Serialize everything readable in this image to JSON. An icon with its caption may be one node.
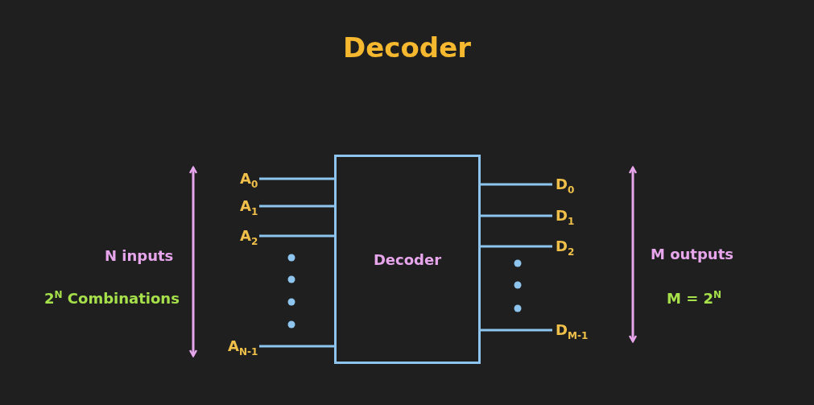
{
  "diagram": {
    "title": "Decoder",
    "nodes": [
      {
        "text": [
          "Decoder"
        ]
      },
      {
        "text": [
          "A$_{0}$"
        ]
      },
      {
        "text": [
          "A$_{1}$"
        ]
      },
      {
        "text": [
          "A$_{2}$"
        ]
      },
      {
        "text": [
          "A$_{N-1}$"
        ]
      },
      {
        "text": [
          "D$_{0}$"
        ]
      },
      {
        "text": [
          "D$_{1}$"
        ]
      },
      {
        "text": [
          "D$_{2}$"
        ]
      },
      {
        "text": [
          "D$_{M-1}$"
        ]
      }
    ],
    "edges": [
      {
        "from": 1,
        "to": 0,
        "arrow": "none"
      },
      {
        "from": 2,
        "to": 0,
        "arrow": "none"
      },
      {
        "from": 3,
        "to": 0,
        "arrow": "none"
      },
      {
        "from": 4,
        "to": 0,
        "arrow": "none"
      },
      {
        "from": 0,
        "to": 5,
        "arrow": "none"
      },
      {
        "from": 0,
        "to": 6,
        "arrow": "none"
      },
      {
        "from": 0,
        "to": 7,
        "arrow": "none"
      },
      {
        "from": 0,
        "to": 8,
        "arrow": "none"
      }
    ],
    "labels": [
      "N inputs",
      "2$^{N}$ Combinations",
      "M outputs",
      "M = 2$^{N}$"
    ]
  }
}
